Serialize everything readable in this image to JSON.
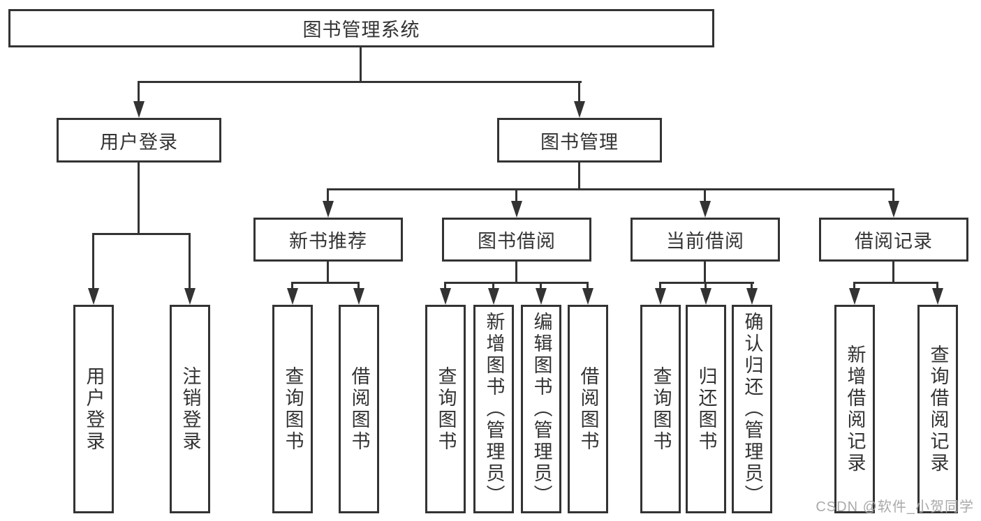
{
  "diagram": {
    "root_label": "图书管理系统",
    "branches": [
      {
        "label": "用户登录",
        "leaves": [
          "用户登录",
          "注销登录"
        ]
      },
      {
        "label": "图书管理",
        "groups": [
          {
            "label": "新书推荐",
            "leaves": [
              "查询图书",
              "借阅图书"
            ]
          },
          {
            "label": "图书借阅",
            "leaves": [
              "查询图书",
              "新增图书（管理员）",
              "编辑图书（管理员）",
              "借阅图书"
            ]
          },
          {
            "label": "当前借阅",
            "leaves": [
              "查询图书",
              "归还图书",
              "确认归还（管理员）"
            ]
          },
          {
            "label": "借阅记录",
            "leaves": [
              "新增借阅记录",
              "查询借阅记录"
            ]
          }
        ]
      }
    ]
  },
  "watermark": {
    "text": "CSDN @软件_小贺同学"
  },
  "colors": {
    "line": "#333333",
    "text": "#333333",
    "watermark": "#aaaaaa",
    "background": "#ffffff"
  }
}
